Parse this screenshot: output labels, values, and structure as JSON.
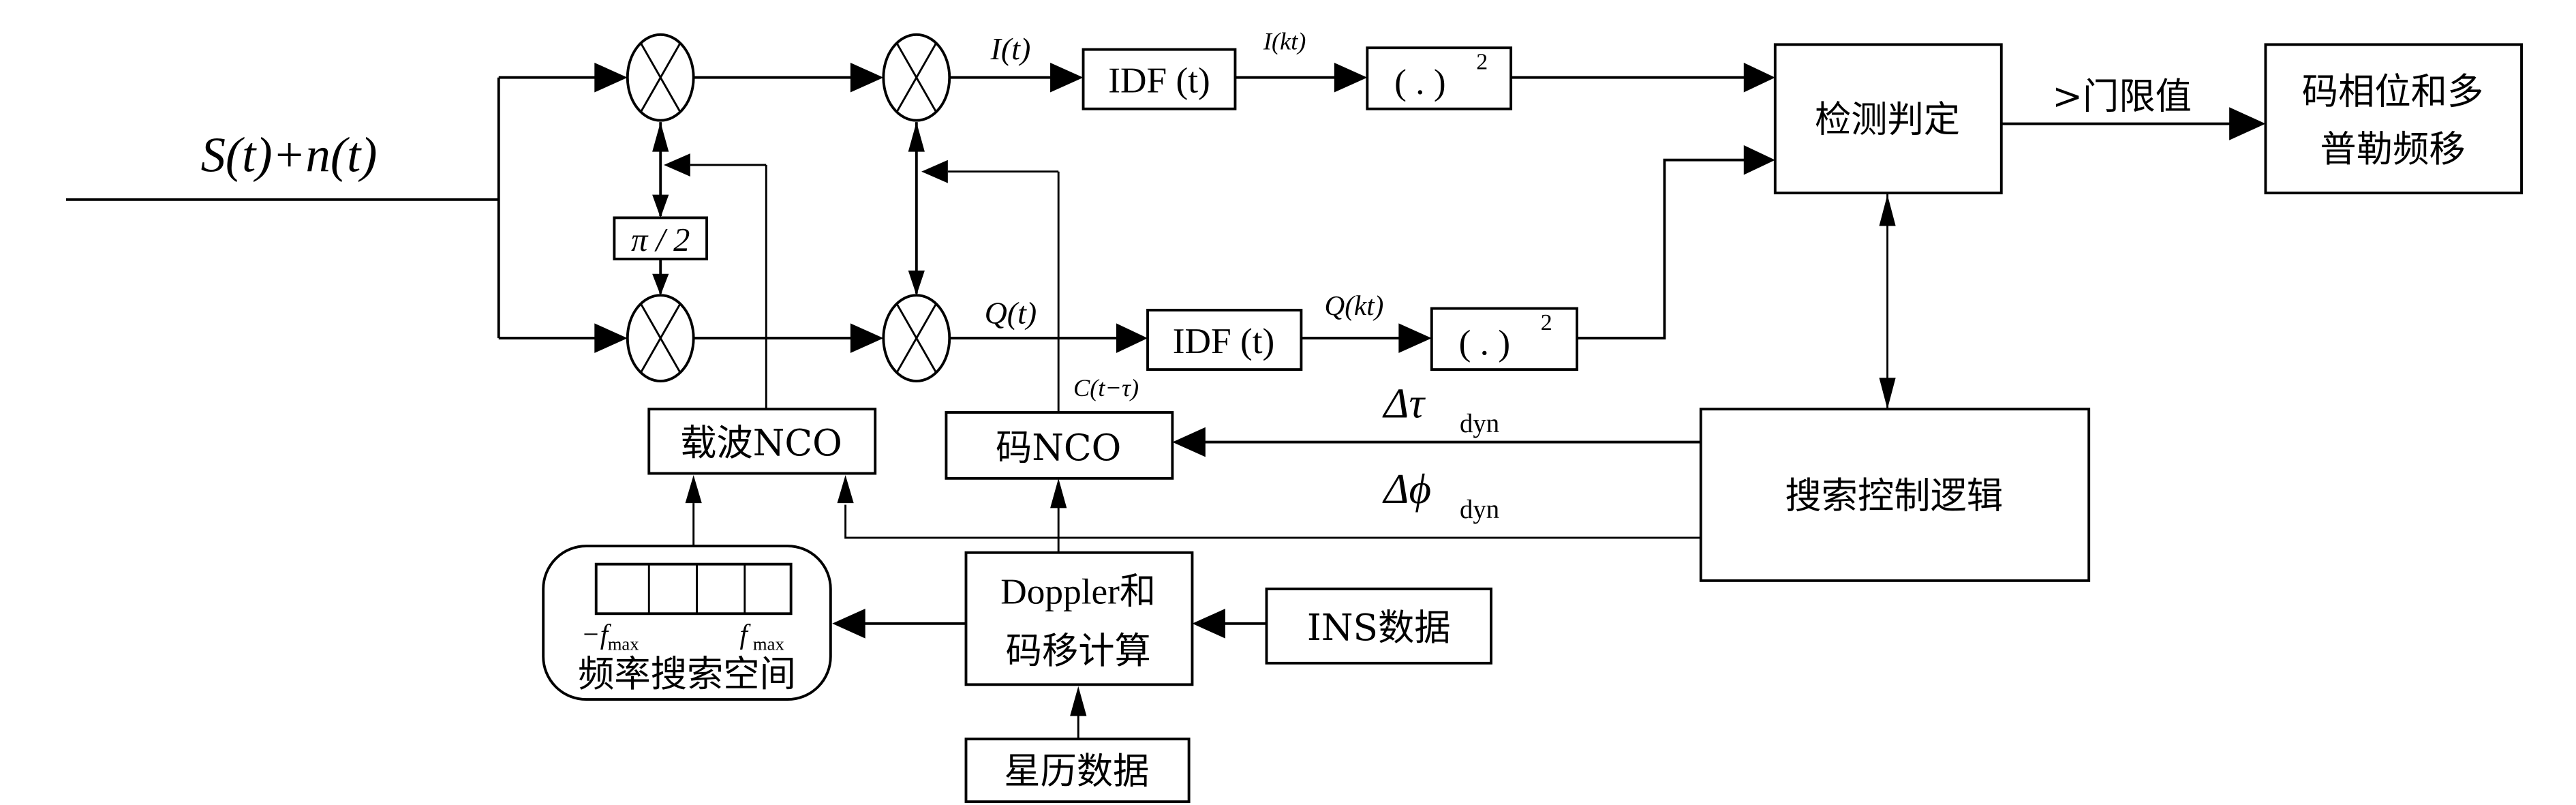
{
  "diagram": {
    "input_signal": "S(t)+n(t)",
    "phase_shift": "π / 2",
    "signals": {
      "i_t": "I(t)",
      "i_kt": "I(kt)",
      "q_t": "Q(t)",
      "q_kt": "Q(kt)",
      "code_replica": "C(t−τ)",
      "delta_tau": "Δτ",
      "delta_phi": "Δϕ",
      "dyn_sub": "dyn",
      "threshold": ">门限值"
    },
    "blocks": {
      "idf_i": "IDF (t)",
      "idf_q": "IDF (t)",
      "square_i": "( . )",
      "square_q": "( . )",
      "square_exp": "2",
      "detect": "检测判定",
      "output_line1": "码相位和多",
      "output_line2": "普勒频移",
      "carrier_nco": "载波NCO",
      "code_nco": "码NCO",
      "search_logic": "搜索控制逻辑",
      "freq_space": "频率搜索空间",
      "fmin": "−f",
      "fmax": "f",
      "max_sub": "max",
      "doppler_line1": "Doppler和",
      "doppler_line2": "码移计算",
      "ins": "INS数据",
      "ephemeris": "星历数据"
    }
  }
}
